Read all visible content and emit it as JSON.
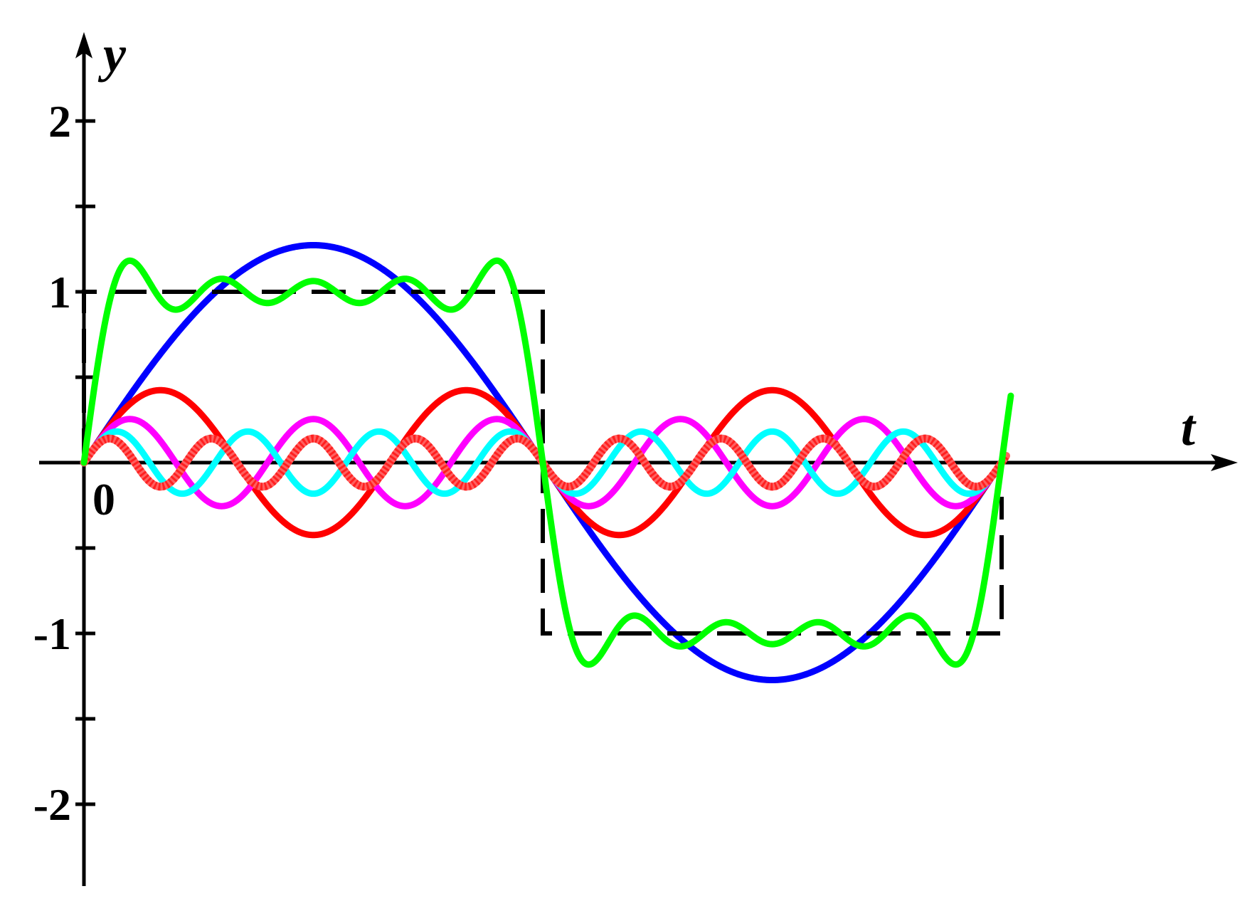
{
  "chart_data": {
    "type": "line",
    "title": "",
    "xlabel": "t",
    "ylabel": "y",
    "origin_label": "0",
    "x_range": [
      0,
      2
    ],
    "ylim": [
      -2.5,
      2.5
    ],
    "y_ticks_major": [
      {
        "value": 2,
        "label": "2"
      },
      {
        "value": 1,
        "label": "1"
      },
      {
        "value": -1,
        "label": "-1"
      },
      {
        "value": -2,
        "label": "-2"
      }
    ],
    "y_ticks_minor": [
      1.5,
      0.5,
      -0.5,
      -1.5
    ],
    "grid": false,
    "legend": "none",
    "square_wave": {
      "amplitude": 1,
      "period": 2,
      "style": "dashed",
      "color": "#000000"
    },
    "series": [
      {
        "harmonic": 1,
        "amplitude": 1.273,
        "color": "#0000ff",
        "style": "solid"
      },
      {
        "harmonic": 3,
        "amplitude": 0.424,
        "color": "#ff0000",
        "style": "solid"
      },
      {
        "harmonic": 5,
        "amplitude": 0.255,
        "color": "#ff00ff",
        "style": "solid"
      },
      {
        "harmonic": 7,
        "amplitude": 0.182,
        "color": "#00ffff",
        "style": "solid"
      },
      {
        "harmonic": 9,
        "amplitude": 0.141,
        "color": "#ff2020",
        "style": "beaded"
      },
      {
        "harmonic_sum": [
          1,
          3,
          5,
          7,
          9
        ],
        "color": "#00ff00",
        "style": "solid",
        "x_end": 2.02
      }
    ]
  }
}
